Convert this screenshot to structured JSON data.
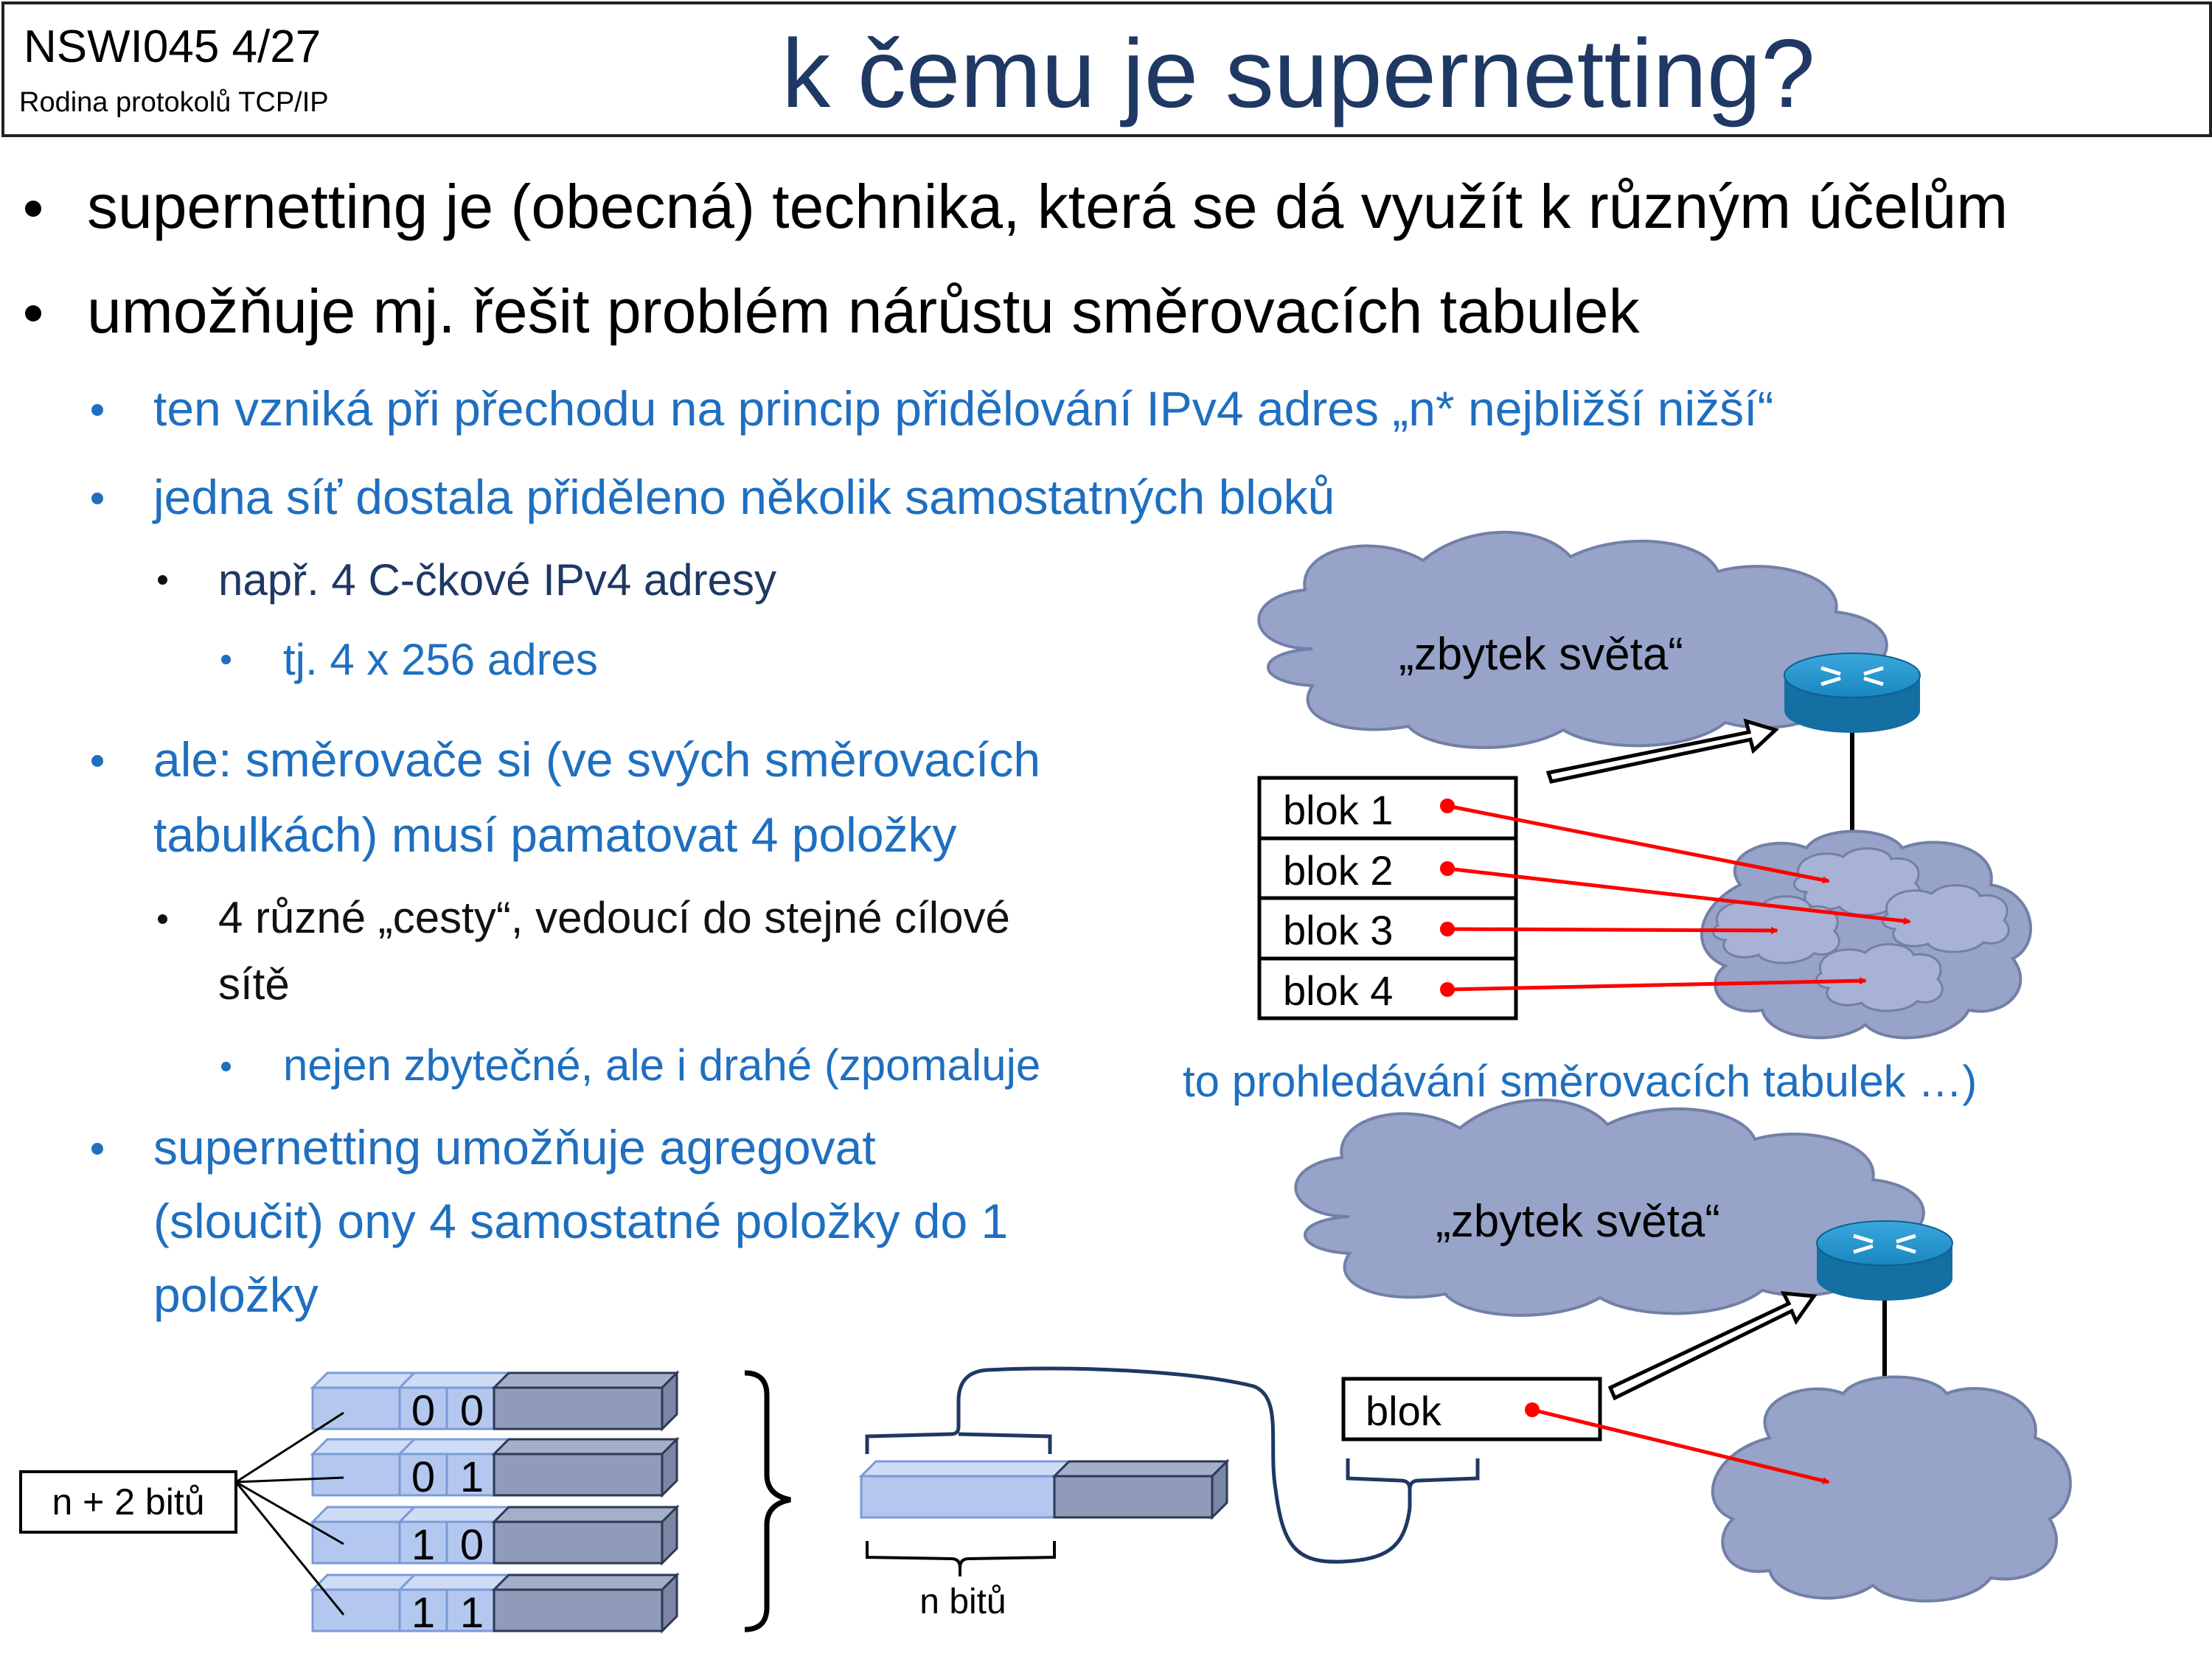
{
  "header": {
    "course_code": "NSWI045   4/27",
    "course_name": "Rodina protokolů TCP/IP",
    "title": "k čemu je supernetting?"
  },
  "bullets": {
    "b1": "supernetting je (obecná) technika, která se dá využít k různým účelům",
    "b2": "umožňuje mj. řešit problém nárůstu směrovacích tabulek",
    "b2_1": "ten vzniká při přechodu na princip přidělování IPv4 adres „n* nejbližší nižší“",
    "b2_2": "jedna síť dostala přiděleno několik samostatných bloků",
    "b2_2_1": "např. 4 C-čkové IPv4 adresy",
    "b2_2_1_1": "tj. 4 x 256 adres",
    "b2_3_line1": "ale: směrovače si (ve svých směrovacích",
    "b2_3_line2": "tabulkách) musí pamatovat 4 položky",
    "b2_3_1_line1": "4 různé „cesty“, vedoucí do stejné cílové",
    "b2_3_1_line2": "sítě",
    "b2_3_1_1_part1": "nejen zbytečné, ale i drahé (zpomaluje",
    "b2_3_1_1_part2": "to prohledávání směrovacích tabulek …)",
    "b2_4_line1": "supernetting umožňuje agregovat",
    "b2_4_line2": "(sloučit) ony 4 samostatné položky do 1",
    "b2_4_line3": "položky"
  },
  "diagram_top": {
    "cloud_label": "„zbytek světa“",
    "blocks": [
      "blok 1",
      "blok 2",
      "blok 3",
      "blok 4"
    ]
  },
  "diagram_bottom": {
    "cloud_label": "„zbytek světa“",
    "block": "blok"
  },
  "bits": {
    "rows": [
      [
        "0",
        "0"
      ],
      [
        "0",
        "1"
      ],
      [
        "1",
        "0"
      ],
      [
        "1",
        "1"
      ]
    ],
    "n_plus_2_label": "n + 2 bitů",
    "n_label": "n bitů"
  },
  "colors": {
    "title": "#1f3864",
    "blue_text": "#1f6fc0",
    "cloud_fill": "#97a3c8",
    "cloud_stroke": "#7280a8",
    "arrow_red": "#ff0000",
    "router": "#1b7fb8",
    "bits_light": "#b4c7ef",
    "bits_dark": "#8f9bb9"
  }
}
